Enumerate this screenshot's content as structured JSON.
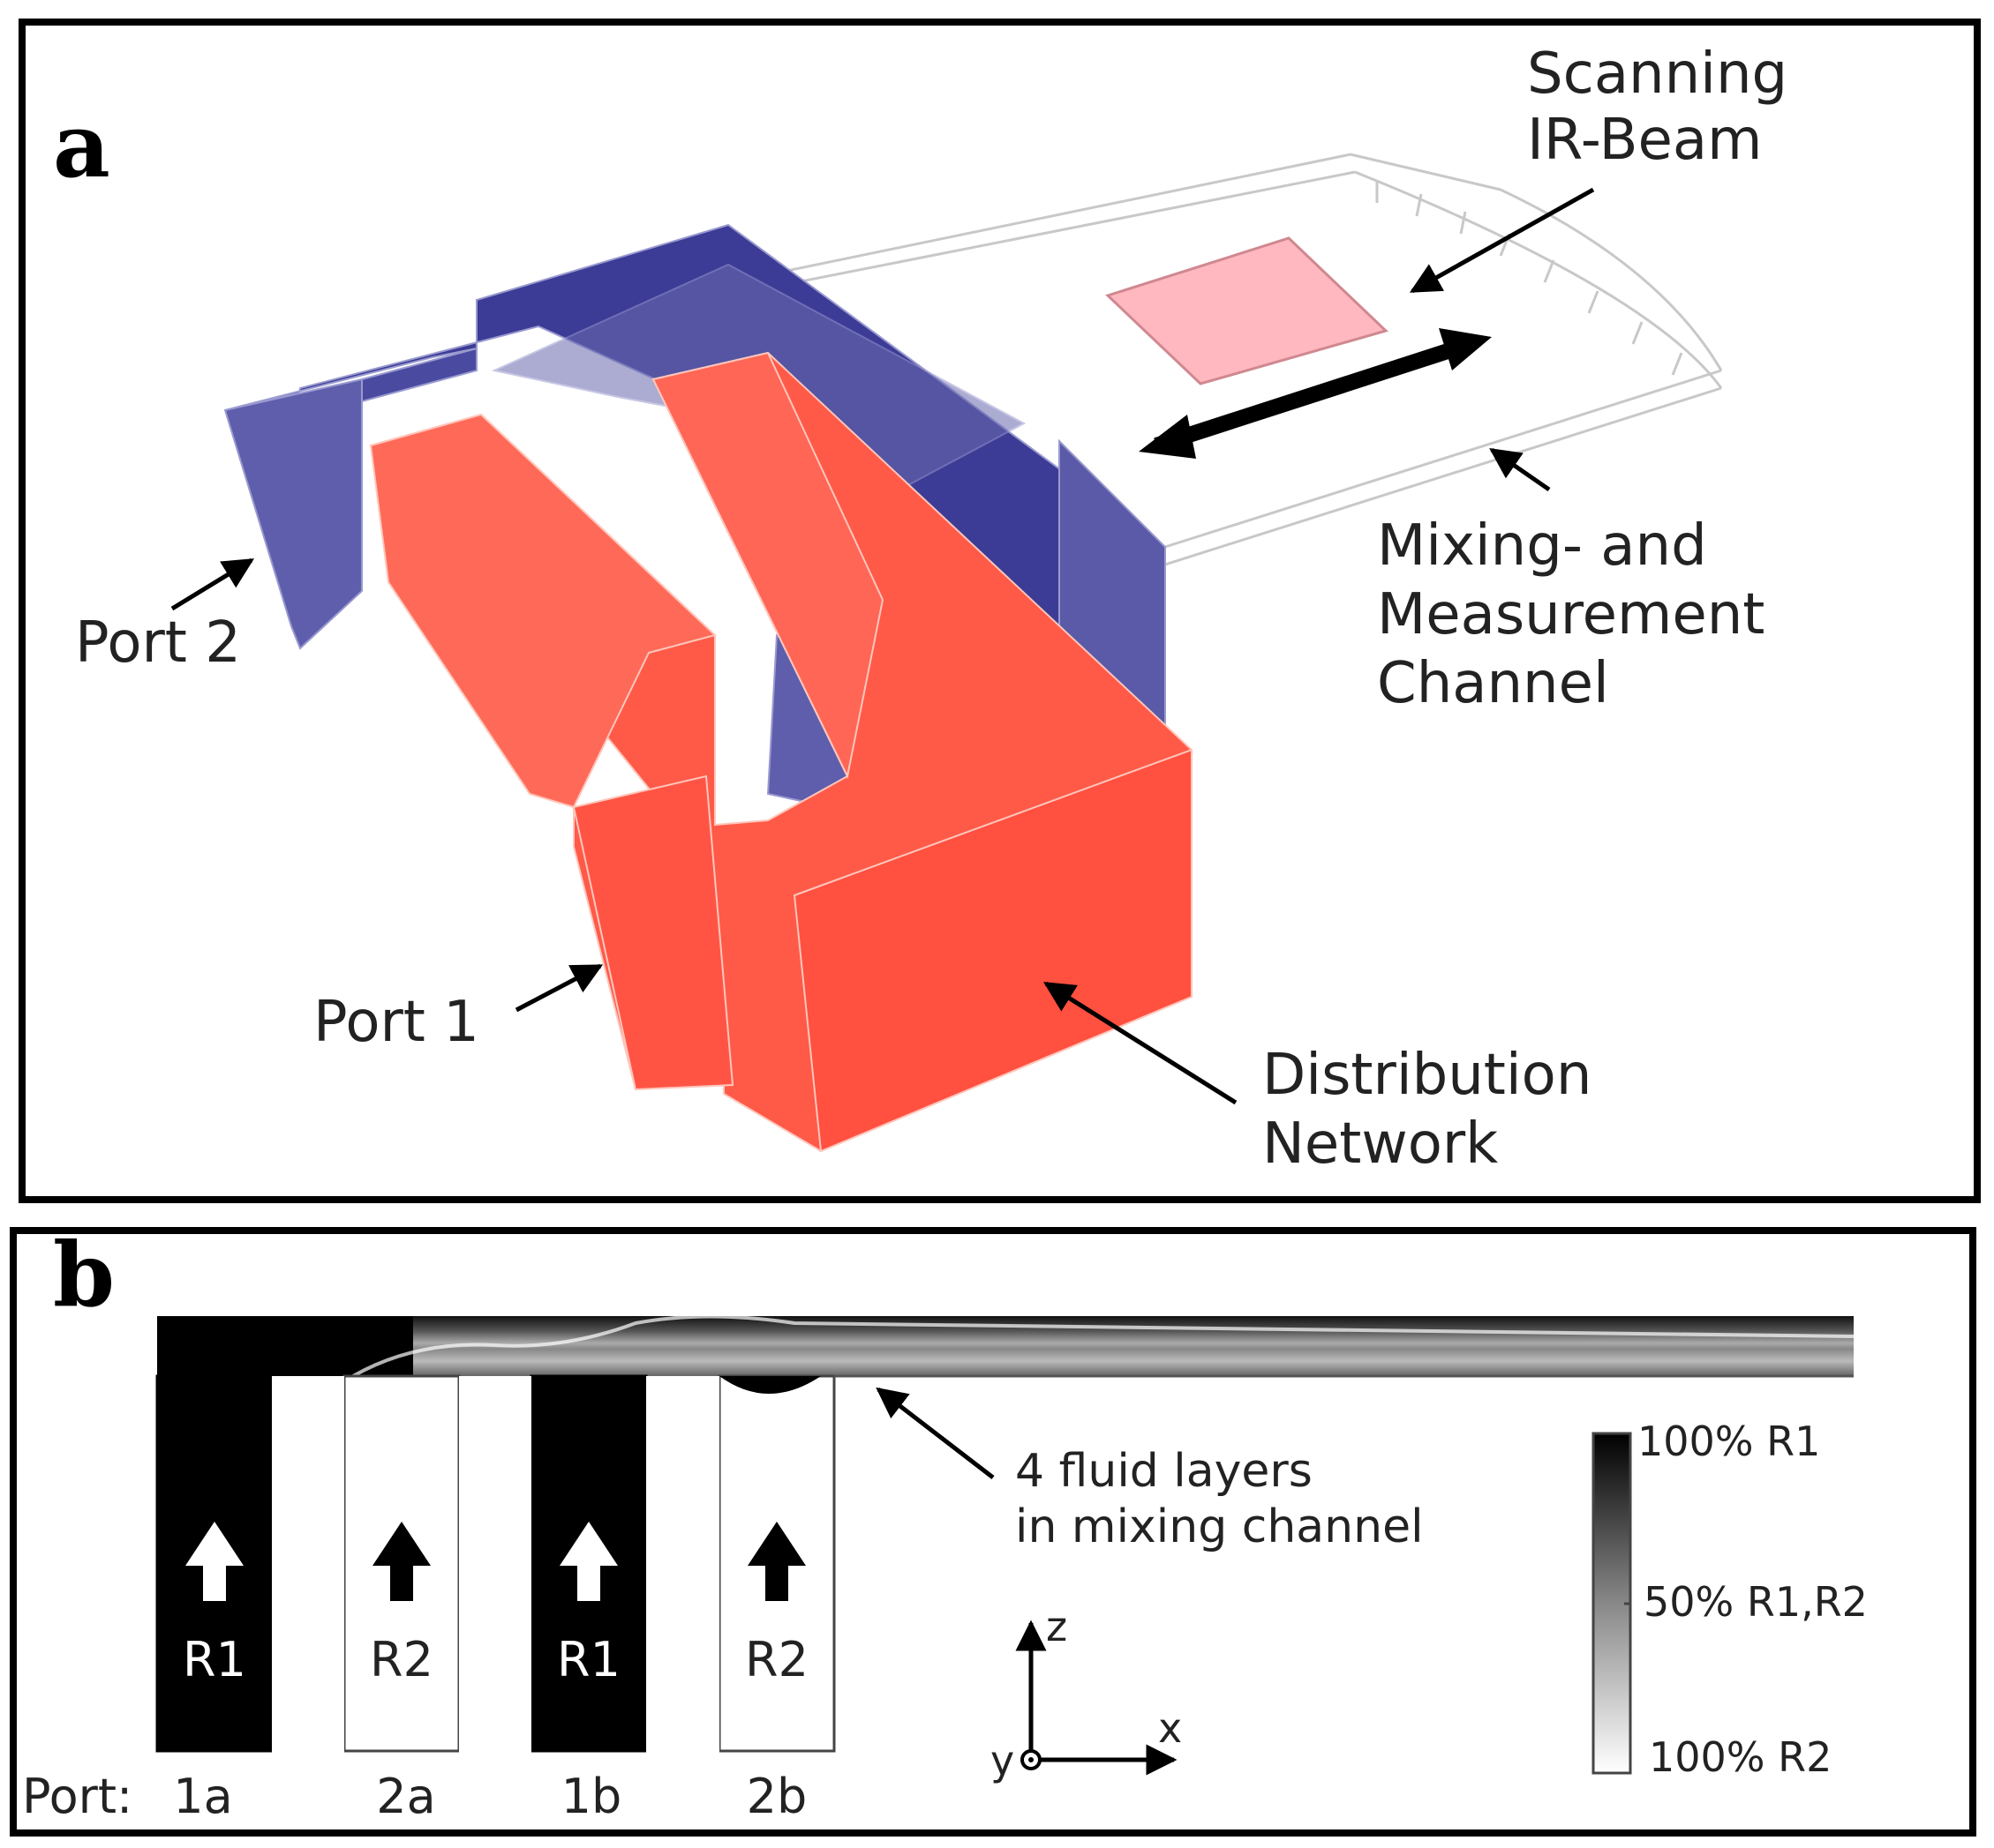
{
  "panel_a": {
    "letter": "a",
    "labels": {
      "scanning_line1": "Scanning",
      "scanning_line2": "IR-Beam",
      "mixing_line1": "Mixing- and",
      "mixing_line2": "Measurement",
      "mixing_line3": "Channel",
      "port2": "Port 2",
      "port1": "Port 1",
      "distribution_line1": "Distribution",
      "distribution_line2": "Network"
    },
    "colors": {
      "blue": "#3a3a9a",
      "red": "#ff5a4a",
      "pink": "#ffb8c0"
    }
  },
  "panel_b": {
    "letter": "b",
    "inlets": [
      {
        "reagent": "R1",
        "port": "1a"
      },
      {
        "reagent": "R2",
        "port": "2a"
      },
      {
        "reagent": "R1",
        "port": "1b"
      },
      {
        "reagent": "R2",
        "port": "2b"
      }
    ],
    "port_prefix": "Port:",
    "annotation_line1": "4 fluid layers",
    "annotation_line2": "in mixing channel",
    "colorbar": {
      "top": "100% R1",
      "mid": "50% R1,R2",
      "bottom": "100% R2"
    },
    "axes": {
      "z": "z",
      "x": "x",
      "y": "y"
    }
  }
}
